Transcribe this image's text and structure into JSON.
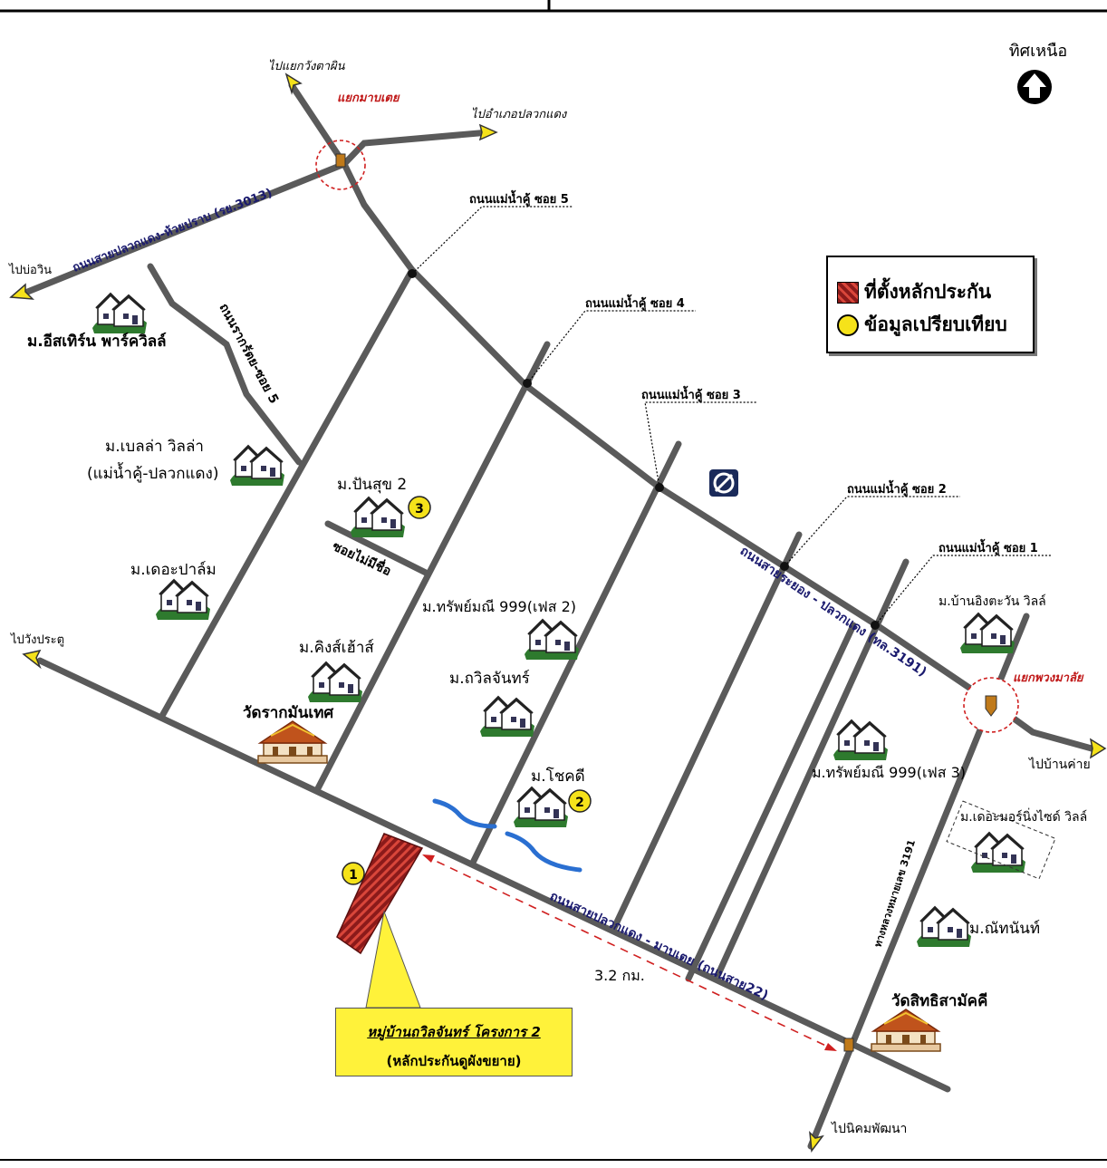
{
  "north": {
    "label": "ทิศเหนือ"
  },
  "legend": {
    "collateral_label": "ที่ตั้งหลักประกัน",
    "comparable_label": "ข้อมูลเปรียบเทียบ"
  },
  "callout": {
    "title": "หมู่บ้านถวิลจันทร์ โครงการ 2",
    "subtitle": "(หลักประกันดูผังขยาย)"
  },
  "distance": "3.2 กม.",
  "junctions": {
    "top": "แยกมาบเตย",
    "right": "แยกพวงมาลัย"
  },
  "directions": {
    "to_wang_ta_pin": "ไปแยกวังตาผิน",
    "to_pluak_daeng": "ไปอำเภอปลวกแดง",
    "to_bo_win": "ไปบ่อวิน",
    "to_wang_pratu": "ไปวังประตู",
    "to_ban_khai": "ไปบ้านค่าย",
    "to_nikhom": "ไปนิคมพัฒนา"
  },
  "roads": {
    "r3013": "ถนนสายปลวกแดง-ห้วยปราบ (รย.3013)",
    "r3191": "ถนนสายระยอง - ปลวกแดง (ทล.3191)",
    "r22": "ถนนสายปลวกแดง - มาบเตย (ถนนสาย22)",
    "rakchai5": "ถนนรากรัตย-ซอย 5",
    "hw3191": "ทางหลวงหมายเลข 3191",
    "soi5": "ถนนแม่น้ำคู้ ซอย 5",
    "soi4": "ถนนแม่น้ำคู้ ซอย 4",
    "soi3": "ถนนแม่น้ำคู้ ซอย 3",
    "soi2": "ถนนแม่น้ำคู้ ซอย 2",
    "soi1": "ถนนแม่น้ำคู้ ซอย 1",
    "unnamed": "ซอยไม่มีชื่อ"
  },
  "places": {
    "eastern_park": "ม.อีสเทิร์น พาร์ควิลล์",
    "bella_1": "ม.เบลล่า วิลล่า",
    "bella_2": "(แม่น้ำคู้-ปลวกแดง)",
    "the_palm": "ม.เดอะปาล์ม",
    "pansuk": "ม.ปันสุข 2",
    "kings_house": "ม.คิงส์เฮ้าส์",
    "wat_rak": "วัดรากมันเทศ",
    "sapmanee2": "ม.ทรัพย์มณี 999(เฟส 2)",
    "tawinchan": "ม.ถวิลจันทร์",
    "chokdee": "ม.โชคดี",
    "baan_ing": "ม.บ้านอิงตะวัน วิลล์",
    "sapmanee3": "ม.ทรัพย์มณี 999(เฟส 3)",
    "the_morning": "ม.เดอะมอร์นิ่งไซด์ วิลล์",
    "natnan": "ม.ณัทนันท์",
    "wat_sit": "วัดสิทธิสามัคคี"
  },
  "markers": {
    "m1": "1",
    "m2": "2",
    "m3": "3"
  },
  "colors": {
    "road": "#5a5a5a",
    "marker": "#f5e21a",
    "collateral": "#a3241c",
    "house": "#2e7a2e",
    "water": "#2a6fd1"
  }
}
